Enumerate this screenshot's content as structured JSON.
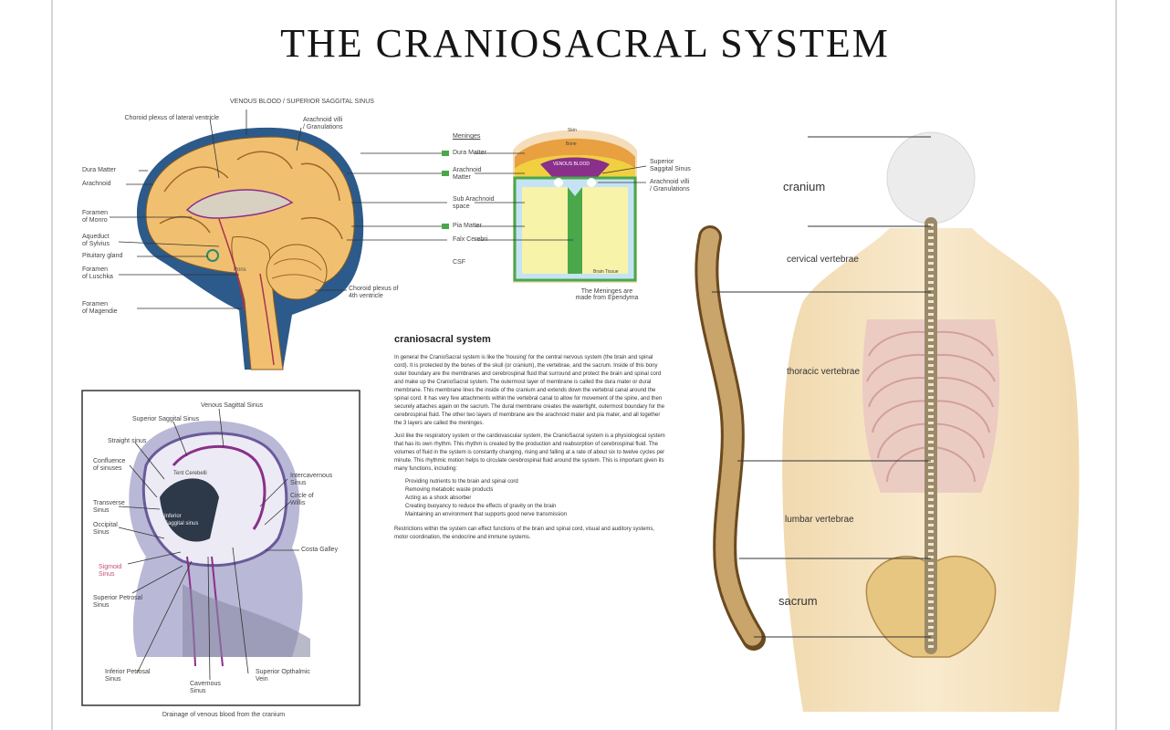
{
  "title": "THE CRANIOSACRAL SYSTEM",
  "brain_section": {
    "top_label": "VENOUS BLOOD / SUPERIOR SAGGITAL SINUS",
    "left_labels": [
      "Choroid plexus of lateral ventricle",
      "Dura Matter",
      "Arachnoid",
      "Foramen\nof Monro",
      "Aqueduct\nof Sylvius",
      "Pituitary gland",
      "Foramen\nof Luschka",
      "Foramen\nof Magendie"
    ],
    "right_labels": [
      "Arachnoid villi\n/ Granulations",
      "Choroid plexus of\n4th ventricle"
    ],
    "inner_label": "Pons"
  },
  "meninges_diagram": {
    "header": "Meninges",
    "left_labels": [
      "Dura Matter",
      "Arachnoid\nMatter",
      "Sub Arachnoid\nspace",
      "Pia Matter",
      "Falx Cerebri",
      "CSF"
    ],
    "right_labels": [
      "Superior\nSaggital Sinus",
      "Arachnoid villi\n/ Granulations"
    ],
    "inner_labels": [
      "Skin",
      "Bone",
      "VENOUS BLOOD",
      "Brain Tissue"
    ],
    "caption": "The Meninges are\nmade from Ependyma"
  },
  "venous_diagram": {
    "labels": [
      "Venous Sagittal Sinus",
      "Superior Saggital Sinus",
      "Straight sinus",
      "Confluence\nof sinuses",
      "Transverse\nSinus",
      "Occipital\nSinus",
      "Sigmoid\nSinus",
      "Superior Petrosal\nSinus",
      "Inferior Petrosal\nSinus",
      "Cavernous\nSinus",
      "Superior Opthalmic\nVein",
      "Intercavernous\nSinus",
      "Circle of\nWillis",
      "Costa Galley",
      "Tent Cerebelli",
      "Inferior\nSaggital sinus"
    ],
    "caption": "Drainage of venous blood from the cranium"
  },
  "spine": {
    "labels": [
      "cranium",
      "cervical vertebrae",
      "thoracic vertebrae",
      "lumbar vertebrae",
      "sacrum"
    ]
  },
  "description": {
    "heading": "craniosacral system",
    "paragraph1": "In general the CranioSacral system is like the 'housing' for the central nervous system (the brain and spinal cord). It is protected by the bones of the skull (or cranium), the vertebrae, and the sacrum. Inside of this bony outer boundary are the membranes and cerebrospinal fluid that surround and protect the brain and spinal cord and make up the CranioSacral system. The outermost layer of membrane is called the dura mater or dural membrane. This membrane lines the inside of the cranium and extends down the vertebral canal around the spinal cord. It has very few attachments within the vertebral canal to allow for movement of the spine, and then securely attaches again on the sacrum. The dural membrane creates the watertight, outermost boundary for the cerebrospinal fluid. The other two layers of membrane are the arachnoid mater and pia mater, and all together the 3 layers are called the meninges.",
    "paragraph2": "Just like the respiratory system or the cardiovascular system, the CranioSacral system is a physiological system that has its own rhythm. This rhythm is created by the production and reabsorption of cerebrospinal fluid. The volumes of fluid in the system is constantly changing, rising and falling at a rate of about six to twelve cycles per minute. This rhythmic motion helps to circulate cerebrospinal fluid around the system. This is important given its many functions, including:",
    "list": [
      "Providing nutrients to the brain and spinal cord",
      "Removing metabolic waste products",
      "Acting as a shock absorber",
      "Creating buoyancy to reduce the effects of gravity on the brain",
      "Maintaining an environment that supports good nerve transmission"
    ],
    "paragraph3": "Restrictions within the system can effect functions of the brain and spinal cord, visual and auditory systems, motor coordination, the endocrine and immune systems."
  },
  "colors": {
    "brain_tissue": "#f0c070",
    "dura_blue": "#2c5a8a",
    "venous_purple": "#8a2f8a",
    "bone_tan": "#c9a46b",
    "skin": "#f4ddb8"
  }
}
